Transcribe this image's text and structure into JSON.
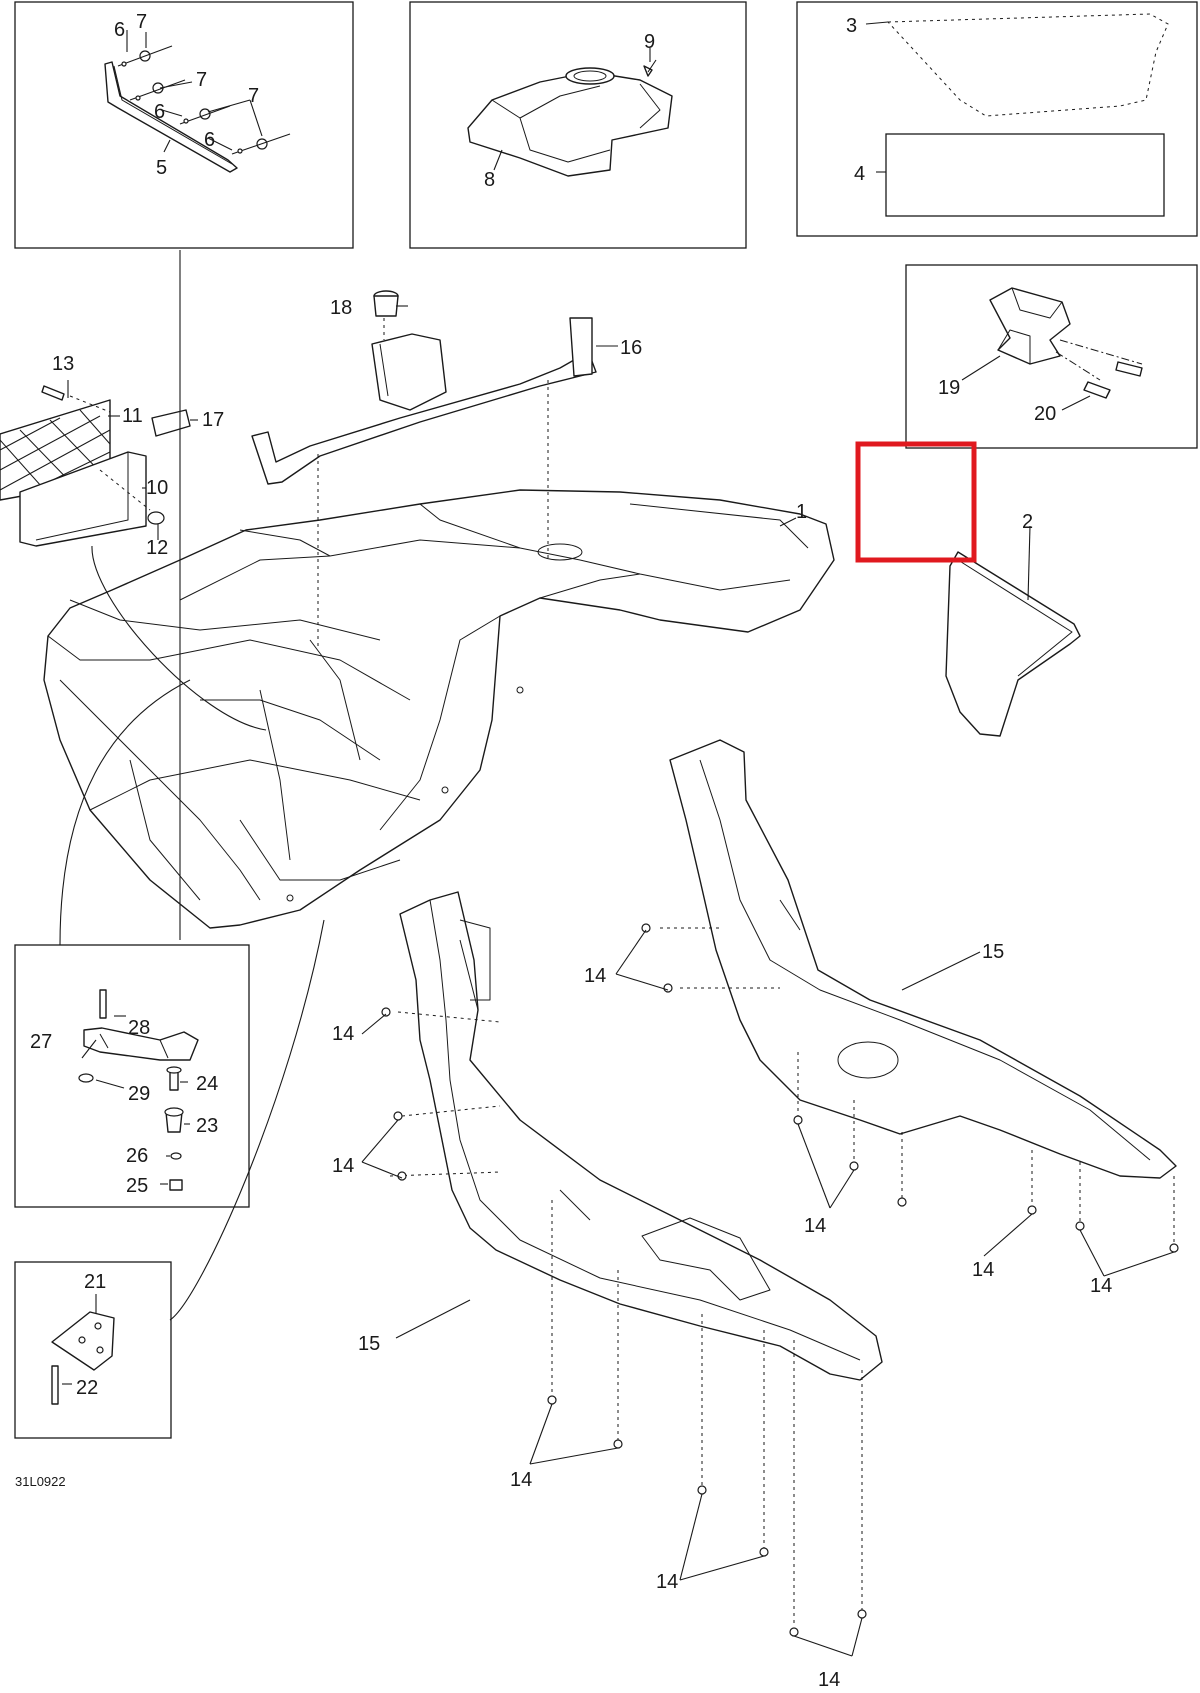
{
  "diagram": {
    "drawing_code": "31L0922",
    "callouts": {
      "c1": "1",
      "c2": "2",
      "c3": "3",
      "c4": "4",
      "c5": "5",
      "c6": "6",
      "c7": "7",
      "c8": "8",
      "c9": "9",
      "c10": "10",
      "c11": "11",
      "c12": "12",
      "c13": "13",
      "c14": "14",
      "c15": "15",
      "c16": "16",
      "c17": "17",
      "c18": "18",
      "c19": "19",
      "c20": "20",
      "c21": "21",
      "c22": "22",
      "c23": "23",
      "c24": "24",
      "c25": "25",
      "c26": "26",
      "c27": "27",
      "c28": "28",
      "c29": "29"
    },
    "highlight_color": "#e0191f",
    "line_color": "#1a1a1a"
  }
}
